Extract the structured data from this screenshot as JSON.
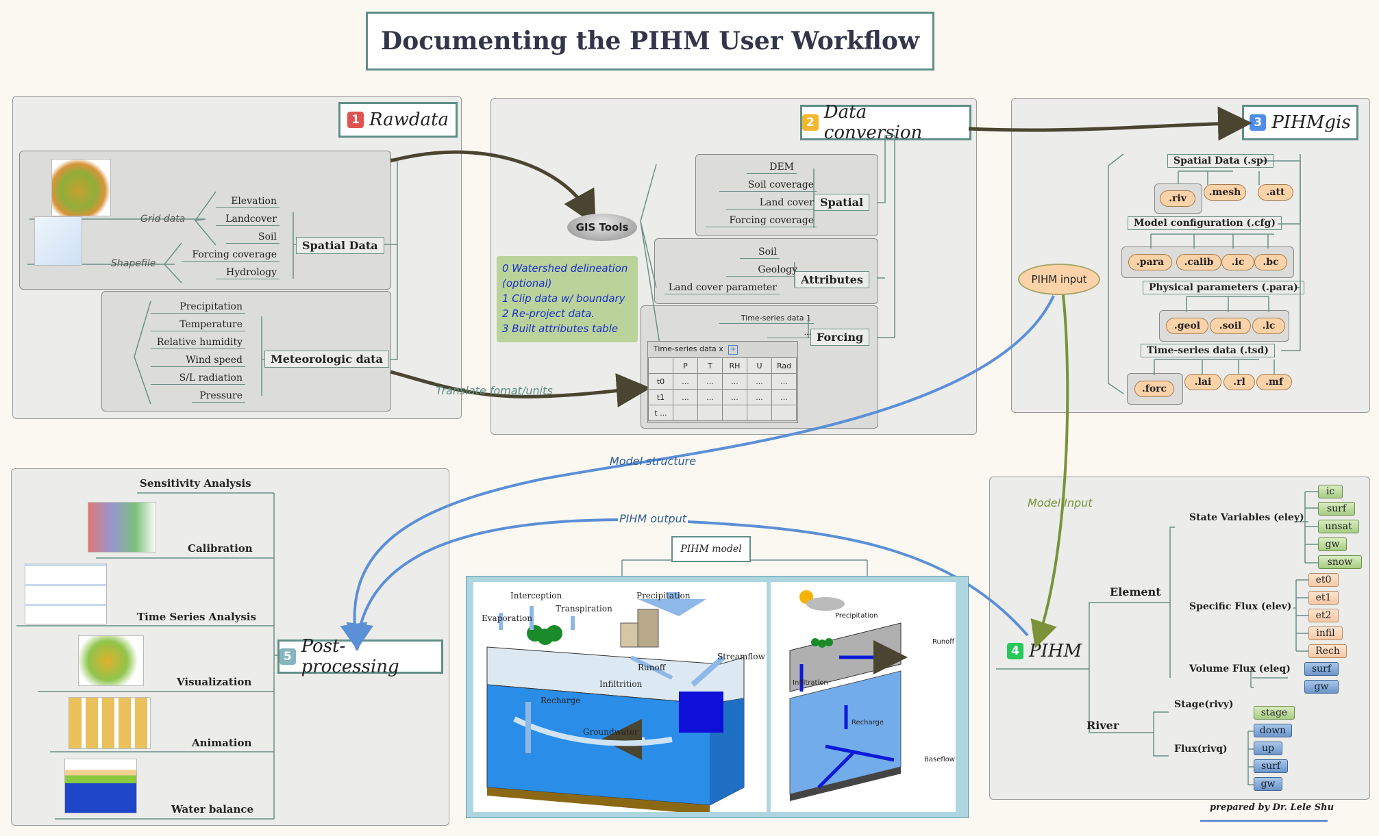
{
  "title": "Documenting the PIHM User Workflow",
  "rawdata": {
    "num": "1",
    "header": "Rawdata",
    "grid_label": "Grid data",
    "shape_label": "Shapefile",
    "spatial_items": [
      "Elevation",
      "Landcover",
      "Soil",
      "Forcing coverage",
      "Hydrology"
    ],
    "spatial_node": "Spatial Data",
    "met_items": [
      "Precipitation",
      "Temperature",
      "Relative humidity",
      "Wind speed",
      "S/L radiation",
      "Pressure"
    ],
    "met_node": "Meteorologic data"
  },
  "conversion": {
    "num": "2",
    "header": "Data conversion",
    "gis_tools": "GIS Tools",
    "steps": [
      "0 Watershed delineation",
      "(optional)",
      "1 Clip data w/ boundary",
      "2 Re-project data.",
      "3 Built attributes table"
    ],
    "spatial_items": [
      "DEM",
      "Soil coverage",
      "Land cover",
      "Forcing coverage"
    ],
    "spatial_node": "Spatial",
    "attr_items": [
      "Soil",
      "Geology",
      "Land cover parameter"
    ],
    "attr_node": "Attributes",
    "forcing_items": [
      "Time-series data 1",
      "..."
    ],
    "forcing_table_title": "Time-series data x",
    "forcing_node": "Forcing",
    "table_headers": [
      "",
      "P",
      "T",
      "RH",
      "U",
      "Rad"
    ],
    "table_rows": [
      [
        "t0",
        "...",
        "...",
        "...",
        "...",
        "..."
      ],
      [
        "t1",
        "...",
        "...",
        "...",
        "...",
        "..."
      ],
      [
        "t ...",
        "",
        "",
        "",
        "",
        ""
      ]
    ],
    "translate_label": "Translate fomat/units"
  },
  "pihmgis": {
    "num": "3",
    "header": "PIHMgis",
    "pihm_input": "PIHM input",
    "sp_label": "Spatial Data (.sp)",
    "sp_pills": [
      ".riv",
      ".mesh",
      ".att"
    ],
    "cfg_label": "Model configuration (.cfg)",
    "cfg_pills": [
      ".para",
      ".calib",
      ".ic",
      ".bc"
    ],
    "para_label": "Physical parameters (.para)",
    "para_pills": [
      ".geol",
      ".soil",
      ".lc"
    ],
    "tsd_label": "Time-series data (.tsd)",
    "tsd_pills": [
      ".forc",
      ".lai",
      ".rl",
      ".mf"
    ]
  },
  "pihm": {
    "num": "4",
    "header": "PIHM",
    "element": "Element",
    "river": "River",
    "state_label": "State Variables (eley)",
    "state_items": [
      "ic",
      "surf",
      "unsat",
      "gw",
      "snow"
    ],
    "flux_label": "Specific Flux (elev)",
    "flux_items": [
      "et0",
      "et1",
      "et2",
      "infil",
      "Rech"
    ],
    "volflux_label": "Volume Flux (eleq)",
    "volflux_items": [
      "surf",
      "gw"
    ],
    "stage_label": "Stage(rivy)",
    "stage_items": [
      "stage"
    ],
    "rflux_label": "Flux(rivq)",
    "rflux_items": [
      "down",
      "up",
      "surf",
      "gw"
    ]
  },
  "post": {
    "num": "5",
    "header": "Post-processing",
    "items": [
      "Sensitivity Analysis",
      "Calibration",
      "Time Series Analysis",
      "Visualization",
      "Animation",
      "Water balance"
    ]
  },
  "model": {
    "title": "PIHM model",
    "left_labels": [
      "Interception",
      "Transpiration",
      "Precipitation",
      "Evaporation",
      "Streamflow",
      "Runoff",
      "Infiltrition",
      "Recharge",
      "Groundwater"
    ],
    "right_labels": [
      "Precipitation",
      "Runoff",
      "Infiltration",
      "Recharge",
      "Baseflow"
    ]
  },
  "connectors": {
    "model_structure": "Model structure",
    "pihm_output": "PIHM output",
    "model_input": "Model Input"
  },
  "credit": "prepared by Dr. Lele Shu",
  "colors": {
    "c1": "#e15252",
    "c2": "#f2b630",
    "c3": "#4d8ee8",
    "c4": "#26c95a",
    "c5": "#86b5c0",
    "header_border": "#5f8f86"
  }
}
